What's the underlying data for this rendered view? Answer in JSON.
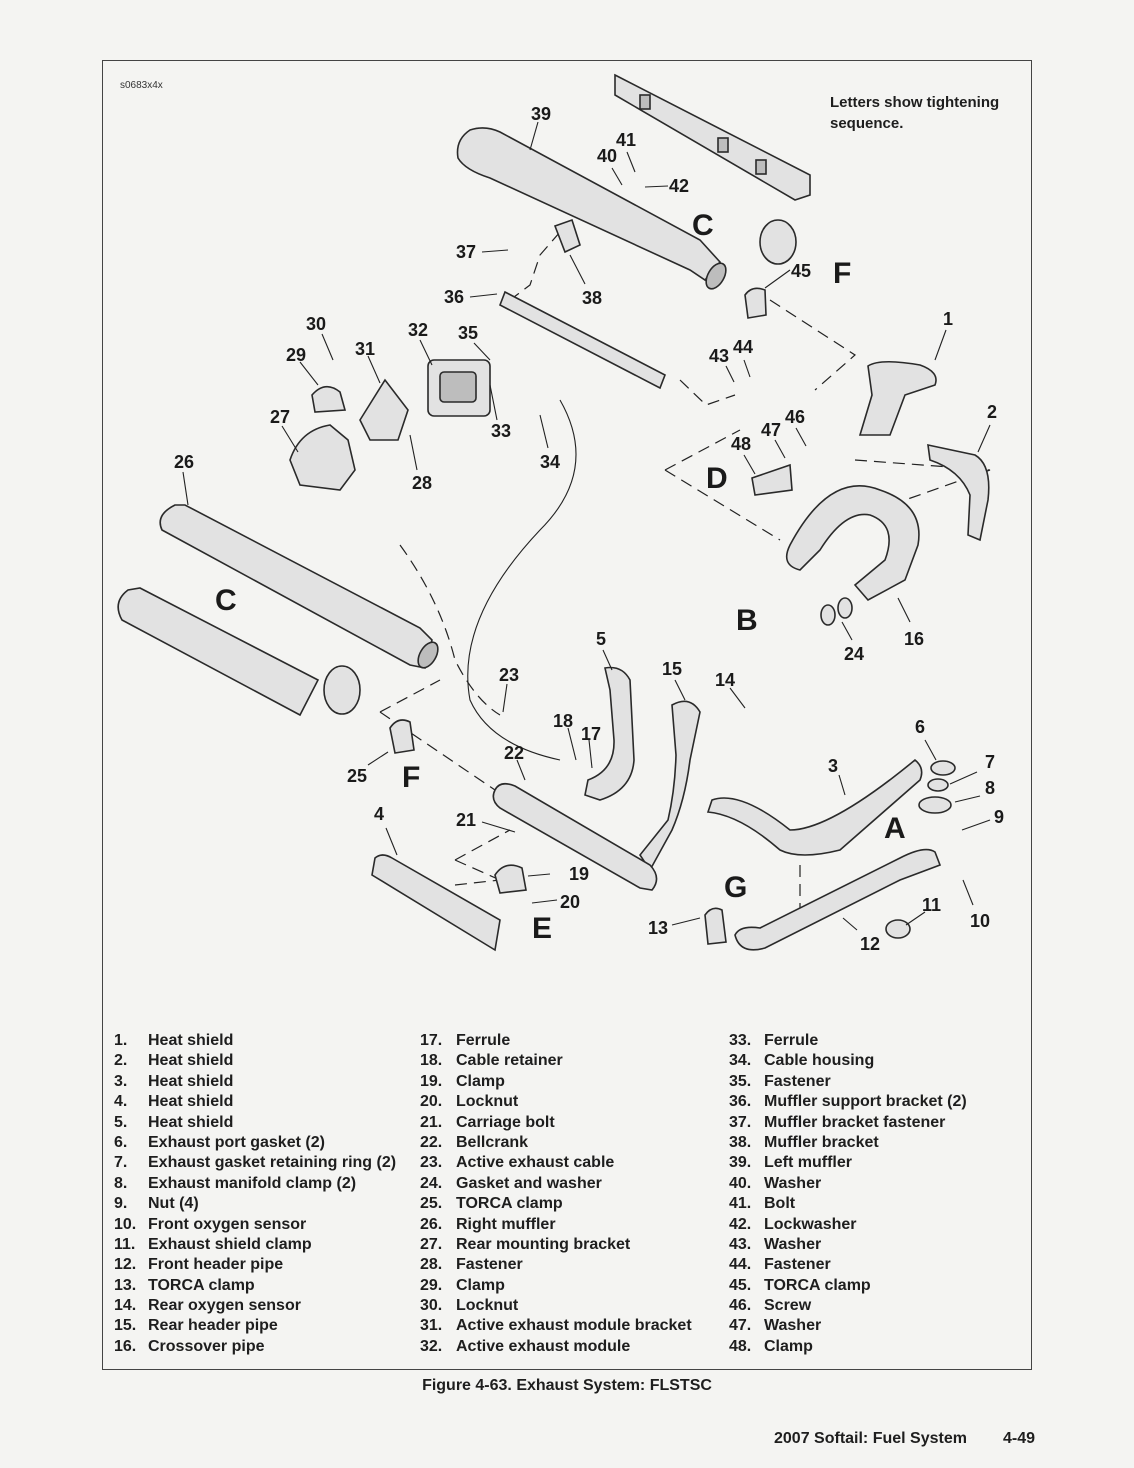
{
  "figure_id": "s0683x4x",
  "note": "Letters show tightening sequence.",
  "callouts": {
    "c1": "1",
    "c2": "2",
    "c3": "3",
    "c4": "4",
    "c5": "5",
    "c6": "6",
    "c7": "7",
    "c8": "8",
    "c9": "9",
    "c10": "10",
    "c11": "11",
    "c12": "12",
    "c13": "13",
    "c14": "14",
    "c15": "15",
    "c16": "16",
    "c17": "17",
    "c18": "18",
    "c19": "19",
    "c20": "20",
    "c21": "21",
    "c22": "22",
    "c23": "23",
    "c24": "24",
    "c25": "25",
    "c26": "26",
    "c27": "27",
    "c28": "28",
    "c29": "29",
    "c30": "30",
    "c31": "31",
    "c32": "32",
    "c33": "33",
    "c34": "34",
    "c35": "35",
    "c36": "36",
    "c37": "37",
    "c38": "38",
    "c39": "39",
    "c40": "40",
    "c41": "41",
    "c42": "42",
    "c43": "43",
    "c44": "44",
    "c45": "45",
    "c46": "46",
    "c47": "47",
    "c48": "48"
  },
  "sequence_letters": {
    "a": "A",
    "b": "B",
    "c_top": "C",
    "c_left": "C",
    "d": "D",
    "e": "E",
    "f_top": "F",
    "f_left": "F",
    "g": "G"
  },
  "legend": {
    "col1": [
      {
        "num": "1.",
        "label": "Heat shield"
      },
      {
        "num": "2.",
        "label": "Heat shield"
      },
      {
        "num": "3.",
        "label": "Heat shield"
      },
      {
        "num": "4.",
        "label": "Heat shield"
      },
      {
        "num": "5.",
        "label": "Heat shield"
      },
      {
        "num": "6.",
        "label": "Exhaust port gasket (2)"
      },
      {
        "num": "7.",
        "label": "Exhaust gasket retaining ring (2)"
      },
      {
        "num": "8.",
        "label": "Exhaust manifold clamp (2)"
      },
      {
        "num": "9.",
        "label": "Nut (4)"
      },
      {
        "num": "10.",
        "label": "Front oxygen sensor"
      },
      {
        "num": "11.",
        "label": "Exhaust shield clamp"
      },
      {
        "num": "12.",
        "label": "Front header pipe"
      },
      {
        "num": "13.",
        "label": "TORCA clamp"
      },
      {
        "num": "14.",
        "label": "Rear oxygen sensor"
      },
      {
        "num": "15.",
        "label": "Rear header pipe"
      },
      {
        "num": "16.",
        "label": "Crossover pipe"
      }
    ],
    "col2": [
      {
        "num": "17.",
        "label": "Ferrule"
      },
      {
        "num": "18.",
        "label": "Cable retainer"
      },
      {
        "num": "19.",
        "label": "Clamp"
      },
      {
        "num": "20.",
        "label": "Locknut"
      },
      {
        "num": "21.",
        "label": "Carriage bolt"
      },
      {
        "num": "22.",
        "label": "Bellcrank"
      },
      {
        "num": "23.",
        "label": "Active exhaust cable"
      },
      {
        "num": "24.",
        "label": "Gasket and washer"
      },
      {
        "num": "25.",
        "label": "TORCA clamp"
      },
      {
        "num": "26.",
        "label": "Right muffler"
      },
      {
        "num": "27.",
        "label": "Rear mounting bracket"
      },
      {
        "num": "28.",
        "label": "Fastener"
      },
      {
        "num": "29.",
        "label": "Clamp"
      },
      {
        "num": "30.",
        "label": "Locknut"
      },
      {
        "num": "31.",
        "label": "Active exhaust module bracket"
      },
      {
        "num": "32.",
        "label": "Active exhaust module"
      }
    ],
    "col3": [
      {
        "num": "33.",
        "label": "Ferrule"
      },
      {
        "num": "34.",
        "label": "Cable housing"
      },
      {
        "num": "35.",
        "label": "Fastener"
      },
      {
        "num": "36.",
        "label": "Muffler support bracket (2)"
      },
      {
        "num": "37.",
        "label": "Muffler bracket fastener"
      },
      {
        "num": "38.",
        "label": "Muffler bracket"
      },
      {
        "num": "39.",
        "label": "Left muffler"
      },
      {
        "num": "40.",
        "label": "Washer"
      },
      {
        "num": "41.",
        "label": "Bolt"
      },
      {
        "num": "42.",
        "label": "Lockwasher"
      },
      {
        "num": "43.",
        "label": "Washer"
      },
      {
        "num": "44.",
        "label": "Fastener"
      },
      {
        "num": "45.",
        "label": "TORCA clamp"
      },
      {
        "num": "46.",
        "label": "Screw"
      },
      {
        "num": "47.",
        "label": "Washer"
      },
      {
        "num": "48.",
        "label": "Clamp"
      }
    ]
  },
  "caption": "Figure 4-63. Exhaust System: FLSTSC",
  "footer": {
    "title": "2007 Softail: Fuel System",
    "page": "4-49"
  }
}
